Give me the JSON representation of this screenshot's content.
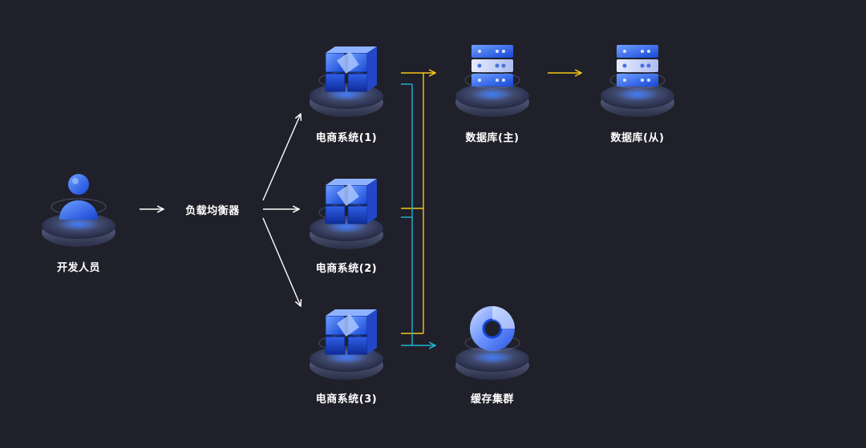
{
  "nodes": {
    "developer": {
      "label": "开发人员",
      "icon": "user-icon"
    },
    "load_balancer": {
      "label": "负载均衡器"
    },
    "ecom_1": {
      "label": "电商系统(1)",
      "icon": "cube-blocks-icon"
    },
    "ecom_2": {
      "label": "电商系统(2)",
      "icon": "cube-blocks-icon"
    },
    "ecom_3": {
      "label": "电商系统(3)",
      "icon": "cube-blocks-icon"
    },
    "db_master": {
      "label": "数据库(主)",
      "icon": "server-icon"
    },
    "db_slave": {
      "label": "数据库(从)",
      "icon": "server-icon"
    },
    "cache_cluster": {
      "label": "缓存集群",
      "icon": "ring-icon"
    }
  },
  "colors": {
    "background": "#1f2029",
    "white_arrow": "#ffffff",
    "db_link": "#f5c518",
    "cache_link": "#1fb5d6",
    "accent_blue": "#2e6bff"
  }
}
